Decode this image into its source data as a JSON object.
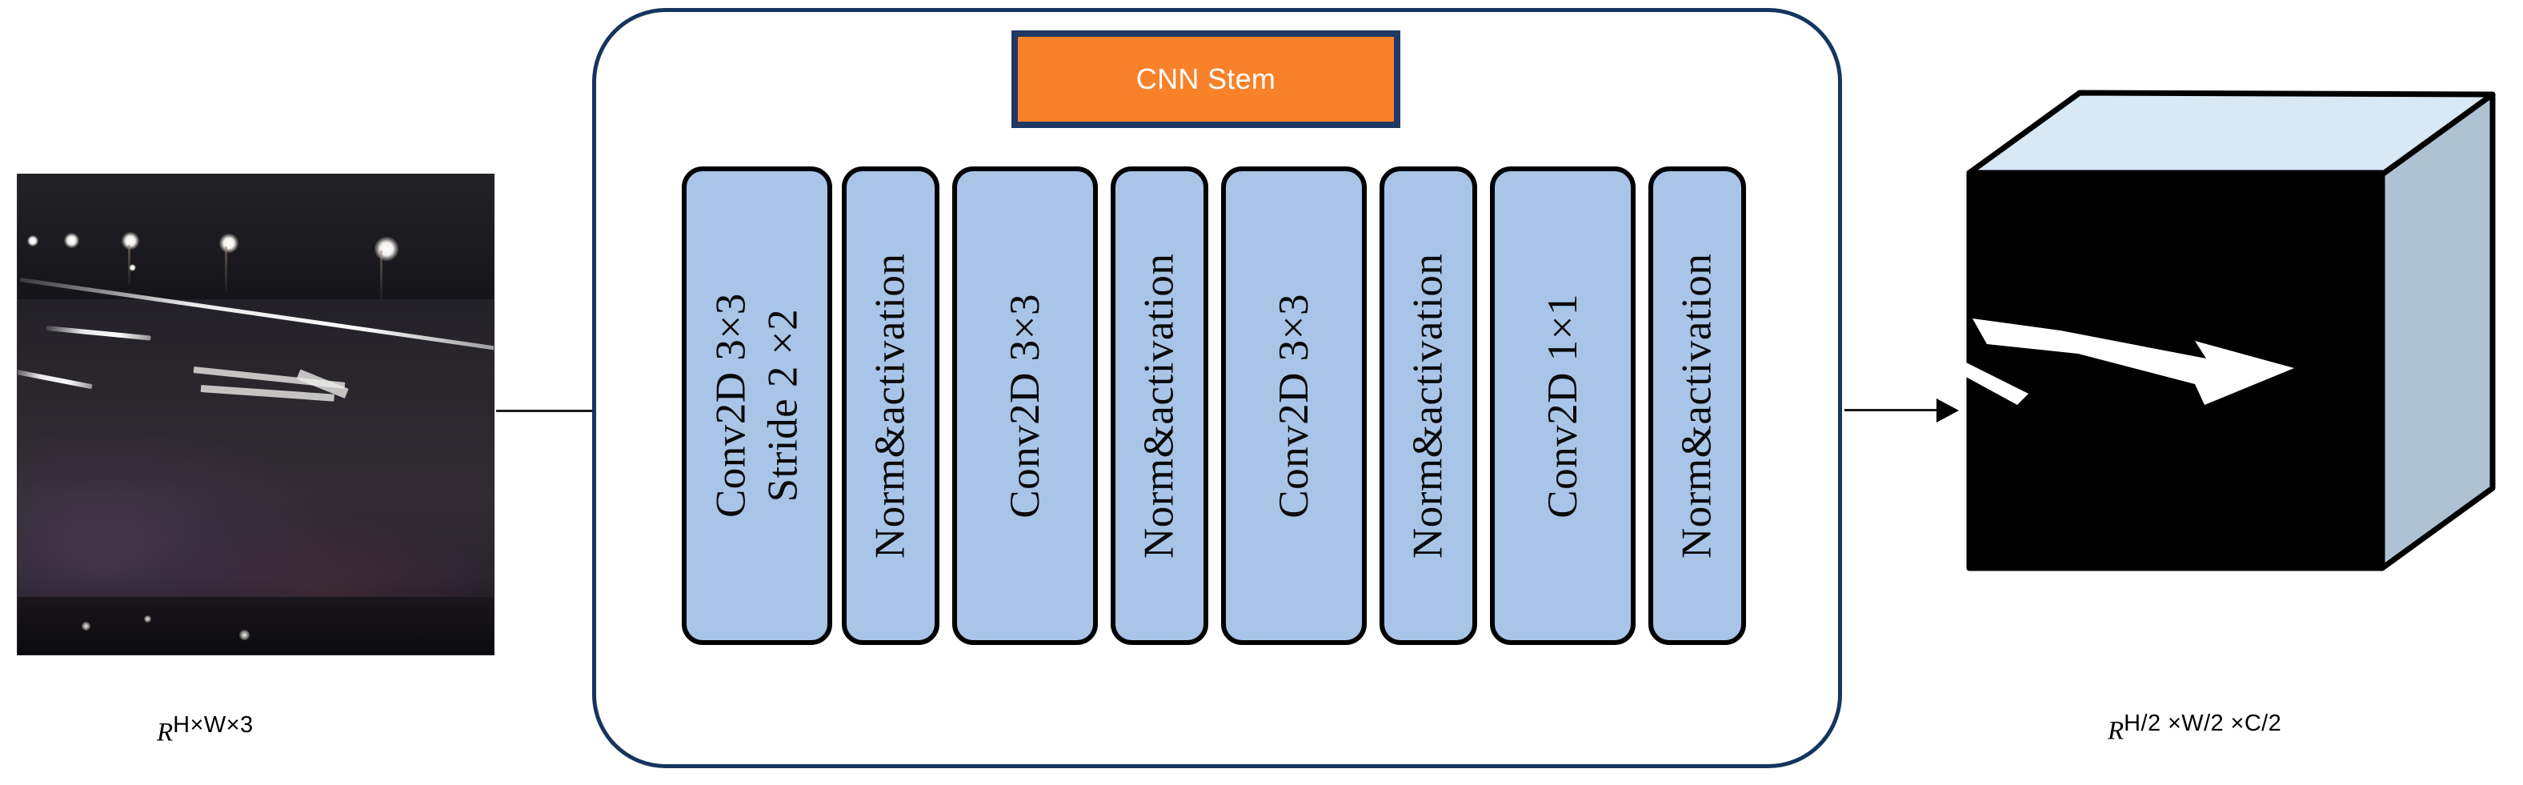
{
  "diagram": {
    "title_box": {
      "label": "CNN Stem",
      "fill_color": "#F98129",
      "border_color": "#1F3864",
      "text_color": "#FFFFFF"
    },
    "container": {
      "border_color": "#15355F"
    },
    "layers": [
      {
        "line1": "Conv2D  3×3",
        "line2": "Stride 2  ×2",
        "kind": "conv"
      },
      {
        "line1": "Norm&activation",
        "line2": "",
        "kind": "norm"
      },
      {
        "line1": "Conv2D  3×3",
        "line2": "",
        "kind": "conv"
      },
      {
        "line1": "Norm&activation",
        "line2": "",
        "kind": "norm"
      },
      {
        "line1": "Conv2D  3×3",
        "line2": "",
        "kind": "conv"
      },
      {
        "line1": "Norm&activation",
        "line2": "",
        "kind": "norm"
      },
      {
        "line1": "Conv2D  1×1",
        "line2": "",
        "kind": "conv"
      },
      {
        "line1": "Norm&activation",
        "line2": "",
        "kind": "norm"
      }
    ],
    "layer_fill_color": "#A8C5E8",
    "layer_border_color": "#000000",
    "input": {
      "caption_base": "R",
      "caption_sup": "H×W×3",
      "description": "night road scene photograph"
    },
    "output": {
      "caption_base": "R",
      "caption_sup": "H/2 ×W/2 ×C/2",
      "description": "feature volume cube with white road-arrow segmentation mask",
      "front_color": "#000000",
      "top_color": "#D8E8F5",
      "side_color": "#AEC2D4",
      "mask_color": "#FFFFFF"
    }
  }
}
